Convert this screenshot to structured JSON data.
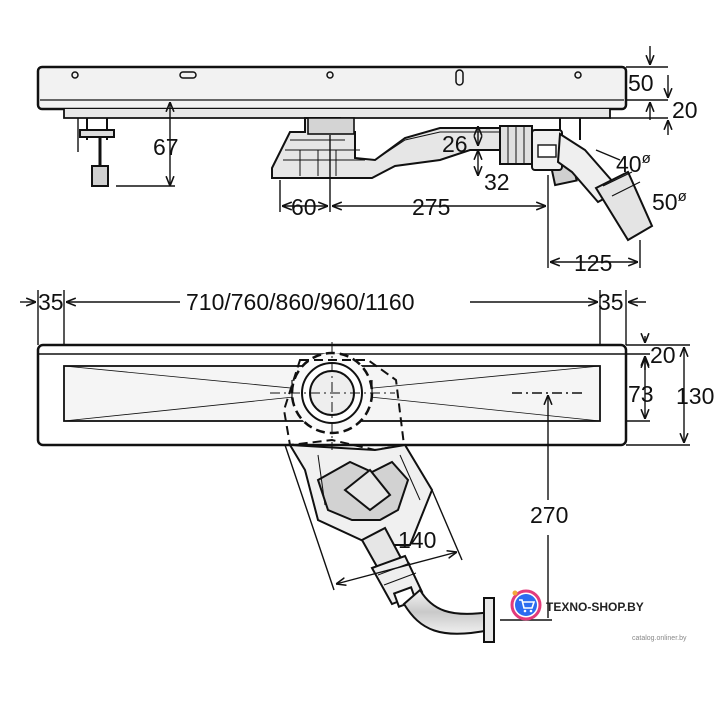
{
  "side_view": {
    "dims": {
      "d50": "50",
      "d20": "20",
      "d67": "67",
      "d26": "26",
      "d32": "32",
      "d40": "40",
      "d50b": "50",
      "d60": "60",
      "d275": "275",
      "d125": "125"
    },
    "diameter_symbol": "ø"
  },
  "top_view": {
    "dims": {
      "d35_left": "35",
      "lengths": "710/760/860/960/1160",
      "d35_right": "35",
      "d20": "20",
      "d73": "73",
      "d130": "130",
      "d270": "270",
      "d140": "140"
    }
  },
  "watermark": {
    "brand": "TEXNO-SHOP.BY",
    "sub": "catalog.onliner.by",
    "brand_colors": [
      "#2b6cf0",
      "#e23b7b",
      "#f2a93b"
    ]
  }
}
